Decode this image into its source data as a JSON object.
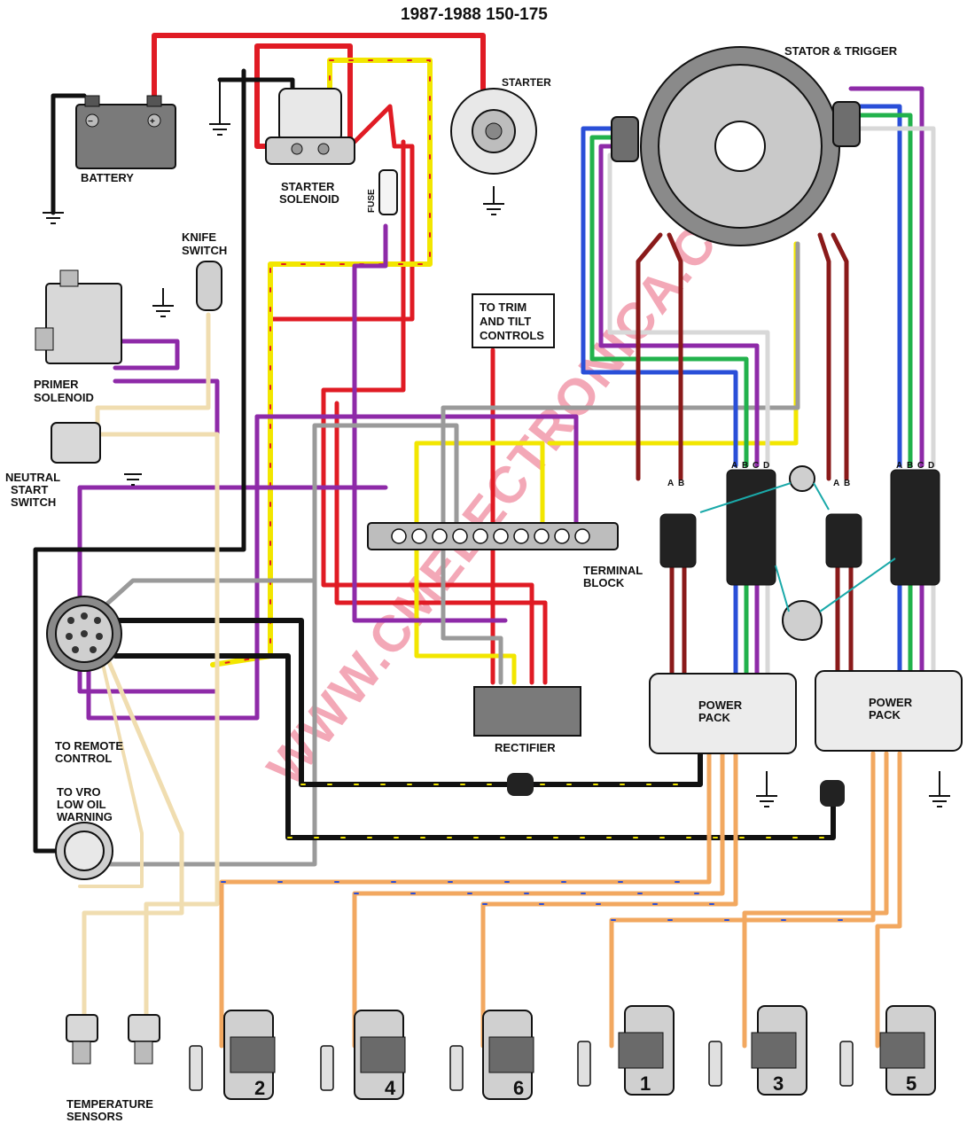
{
  "title": "1987-1988  150-175",
  "labels": {
    "battery": "BATTERY",
    "starter_solenoid_1": "STARTER",
    "starter_solenoid_2": "SOLENOID",
    "starter": "STARTER",
    "stator": "STATOR & TRIGGER",
    "fuse": "FUSE",
    "knife_1": "KNIFE",
    "knife_2": "SWITCH",
    "primer_1": "PRIMER",
    "primer_2": "SOLENOID",
    "neutral_1": "NEUTRAL",
    "neutral_2": "START",
    "neutral_3": "SWITCH",
    "trim_1": "TO TRIM",
    "trim_2": "AND TILT",
    "trim_3": "CONTROLS",
    "terminal_1": "TERMINAL",
    "terminal_2": "BLOCK",
    "rectifier": "RECTIFIER",
    "remote_1": "TO REMOTE",
    "remote_2": "CONTROL",
    "vro_1": "TO VRO",
    "vro_2": "LOW OIL",
    "vro_3": "WARNING",
    "temp_1": "TEMPERATURE",
    "temp_2": "SENSORS",
    "pp_left_1": "POWER",
    "pp_left_2": "PACK",
    "pp_right_1": "POWER",
    "pp_right_2": "PACK"
  },
  "pin_letters": {
    "a": "A",
    "b": "B",
    "c": "C",
    "d": "D"
  },
  "coils": [
    "2",
    "4",
    "6",
    "1",
    "3",
    "5"
  ],
  "watermark": "WWW.CMELECTRONICA.COM.AR",
  "colors": {
    "red": "#e01b24",
    "purple": "#8e2aa8",
    "yellow": "#f2e600",
    "black": "#111111",
    "gray": "#9a9a9a",
    "blue": "#2a4fd8",
    "green": "#22b24c",
    "brown_red": "#8a1a1a",
    "tan": "#f0ddb0",
    "orange": "#f2a860",
    "component": "#7a7a7a",
    "power_pack": "#ececec"
  }
}
